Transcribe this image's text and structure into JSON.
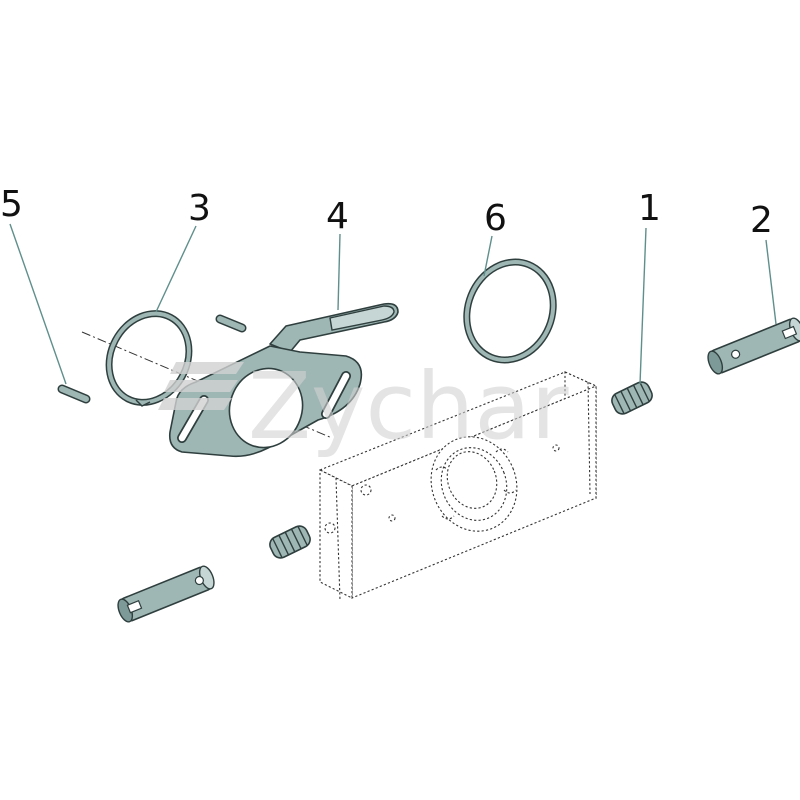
{
  "diagram": {
    "callouts": [
      {
        "number": "1"
      },
      {
        "number": "2"
      },
      {
        "number": "3"
      },
      {
        "number": "4"
      },
      {
        "number": "5"
      },
      {
        "number": "6"
      }
    ]
  },
  "watermark": {
    "text": "Zychar",
    "color": "#d2d2d2"
  },
  "colors": {
    "part_fill": "#9eb7b5",
    "part_stroke": "#2f3f3e",
    "leader": "#5f8f8c"
  }
}
